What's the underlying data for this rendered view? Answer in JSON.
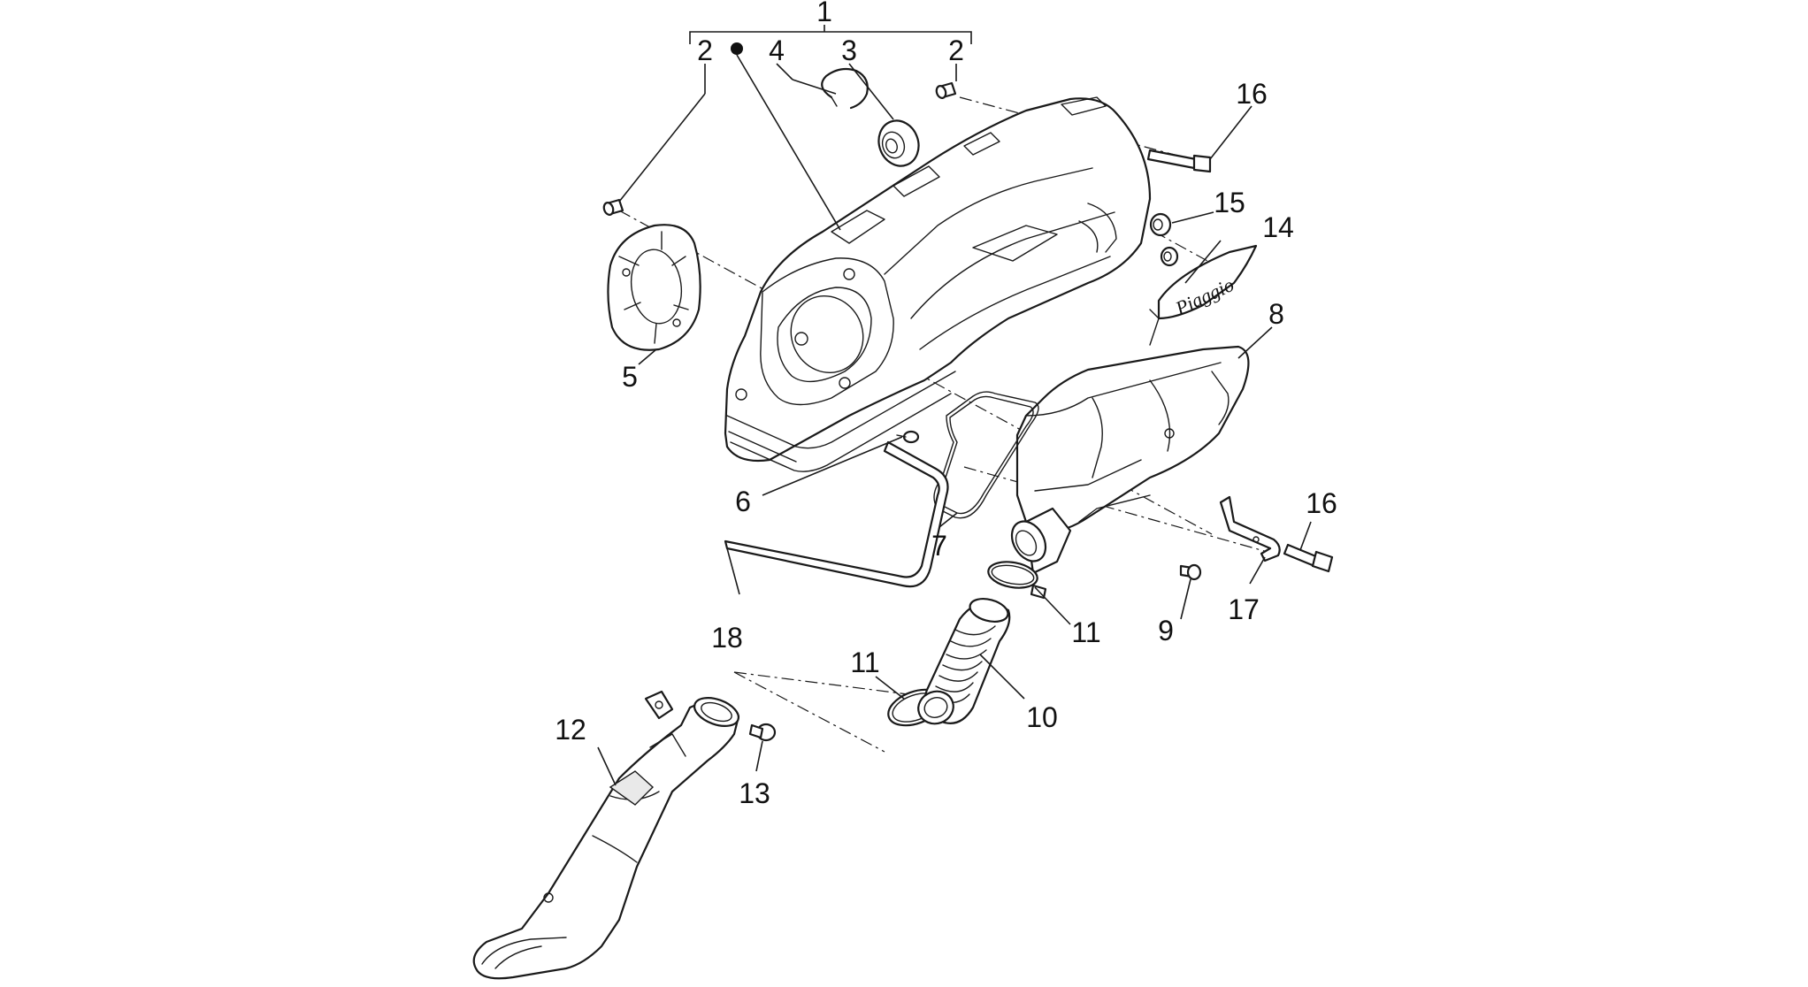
{
  "callouts": {
    "c1": "1",
    "c2a": "2",
    "c2b": "2",
    "c3": "3",
    "c4": "4",
    "c5": "5",
    "c6": "6",
    "c7": "7",
    "c8": "8",
    "c9": "9",
    "c10": "10",
    "c11a": "11",
    "c11b": "11",
    "c12": "12",
    "c13": "13",
    "c14": "14",
    "c15": "15",
    "c16a": "16",
    "c16b": "16",
    "c17": "17",
    "c18": "18"
  },
  "badge_text": "Piaggio",
  "icons": {
    "group_marker": "filled-dot-icon"
  },
  "colors": {
    "line": "#1a1a1a",
    "background": "#ffffff"
  }
}
